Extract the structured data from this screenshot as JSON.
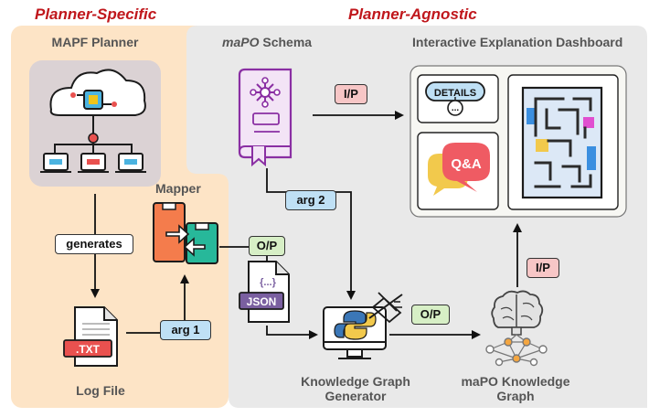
{
  "headings": {
    "planner_specific": "Planner-Specific",
    "planner_agnostic": "Planner-Agnostic"
  },
  "nodes": {
    "mapf_planner": "MAPF Planner",
    "mapo_schema_italic": "maPO",
    "mapo_schema_rest": " Schema",
    "dashboard": "Interactive Explanation Dashboard",
    "mapper": "Mapper",
    "log_file": "Log File",
    "kg_generator_line1": "Knowledge Graph",
    "kg_generator_line2": "Generator",
    "kg_line1": "maPO Knowledge",
    "kg_line2": "Graph"
  },
  "edge_labels": {
    "generates": "generates",
    "arg1": "arg 1",
    "arg2": "arg 2",
    "op_mapper": "O/P",
    "op_generator": "O/P",
    "ip_schema": "I/P",
    "ip_graph": "I/P"
  },
  "icons": {
    "txt": ".TXT",
    "json": "JSON",
    "json_braces": "{...}",
    "details": "DETAILS",
    "qa": "Q&A",
    "ellipsis": "..."
  },
  "colors": {
    "heading_red": "#c0171c",
    "planner_panel": "#fde4c6",
    "agnostic_panel": "#e9e9e9",
    "dashboard_panel": "#f7f7f3",
    "schema_purple": "#8a2fa3",
    "tag_blue": "#bfe0f5",
    "tag_green": "#d7efc6",
    "tag_pink": "#f7c6c6"
  }
}
